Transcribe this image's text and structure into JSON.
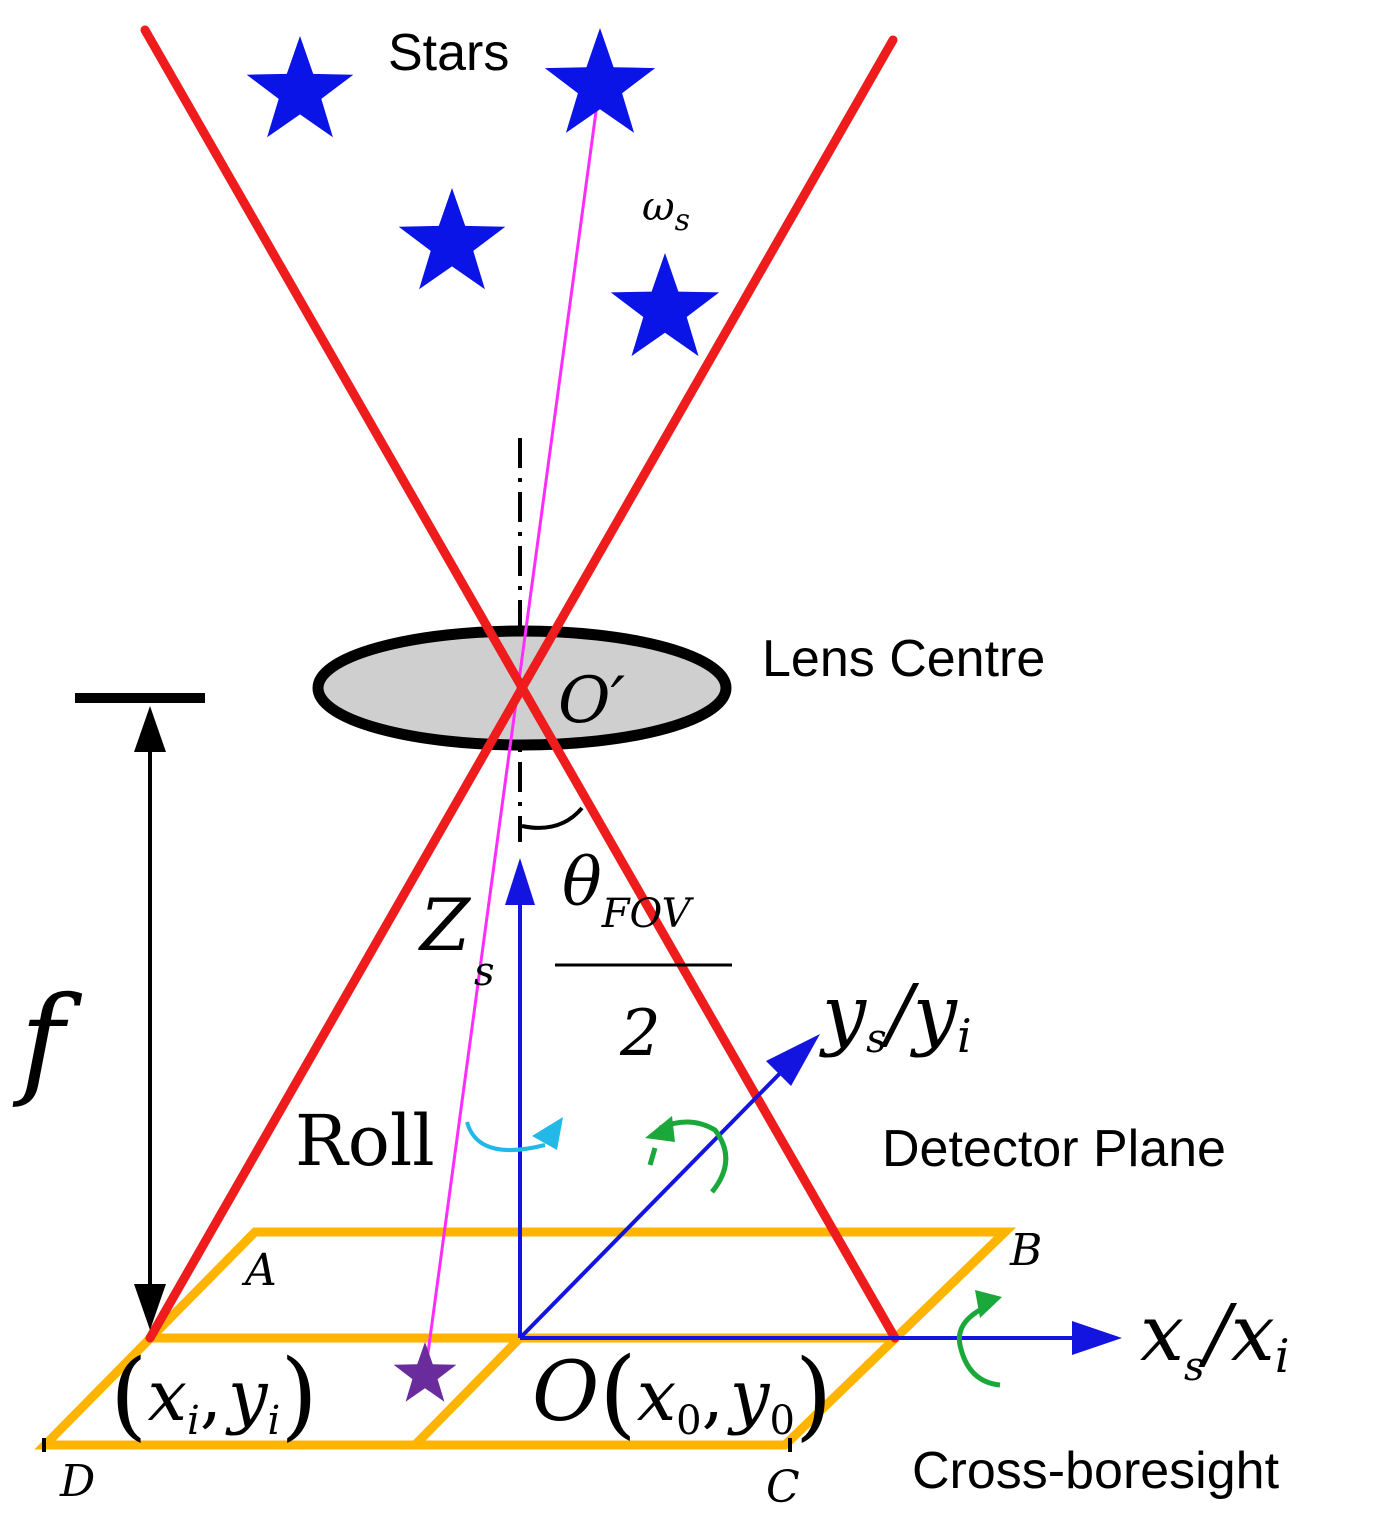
{
  "labels": {
    "stars": "Stars",
    "omega": "ω",
    "omega_sub": "s",
    "lens_centre": "Lens Centre",
    "lens_point": "O′",
    "focal": "f",
    "z_axis": "Z",
    "z_sub": "s",
    "theta": "θ",
    "theta_sub": "FOV",
    "theta_den": "2",
    "y_axis": "y",
    "y_sub_s": "s",
    "y_slash": "/y",
    "y_sub_i": "i",
    "x_axis": "x",
    "x_sub_s": "s",
    "x_slash": "/x",
    "x_sub_i": "i",
    "roll": "Roll",
    "detector_plane": "Detector Plane",
    "cross_boresight": "Cross-boresight",
    "corner_a": "A",
    "corner_b": "B",
    "corner_c": "C",
    "corner_d": "D",
    "point_i_open": "(",
    "point_i_x": "x",
    "point_i_xsub": "i",
    "point_i_comma": ",",
    "point_i_y": "y",
    "point_i_ysub": "i",
    "point_i_close": ")",
    "origin_o": "O",
    "origin_open": "(",
    "origin_x": "x",
    "origin_xsub": "0",
    "origin_comma": ",",
    "origin_y": "y",
    "origin_ysub": "0",
    "origin_close": ")"
  },
  "colors": {
    "fov_lines": "#ee1c1c",
    "stars": "#0a14e6",
    "projected_star": "#6a2c9c",
    "star_ray": "#ff2cff",
    "axes": "#1414e0",
    "detector": "#ffb400",
    "lens_fill": "#cfcfcf",
    "roll_arrow": "#22b8e8",
    "rotation_arrows": "#1aa83a"
  }
}
